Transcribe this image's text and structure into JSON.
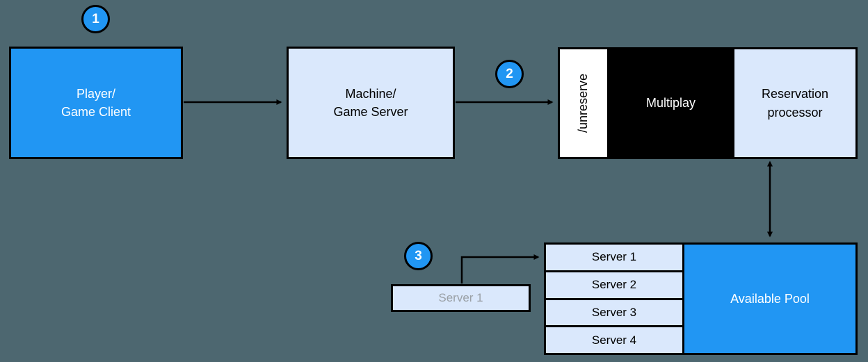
{
  "diagram": {
    "background_color": "#4D6770",
    "accent_blue": "#2196F3",
    "light_blue": "#DAE8FC",
    "steps": [
      "1",
      "2",
      "3"
    ],
    "nodes": {
      "player": {
        "label": "Player/\nGame Client"
      },
      "machine": {
        "label": "Machine/\nGame Server"
      },
      "unreserve": {
        "label": "/unreserve"
      },
      "multiplay": {
        "label": "Multiplay"
      },
      "reservation": {
        "label": "Reservation\nprocessor"
      },
      "available_pool": {
        "label": "Available Pool"
      },
      "pool_servers": [
        "Server 1",
        "Server 2",
        "Server 3",
        "Server 4"
      ],
      "ghost_server": {
        "label": "Server 1"
      }
    }
  }
}
